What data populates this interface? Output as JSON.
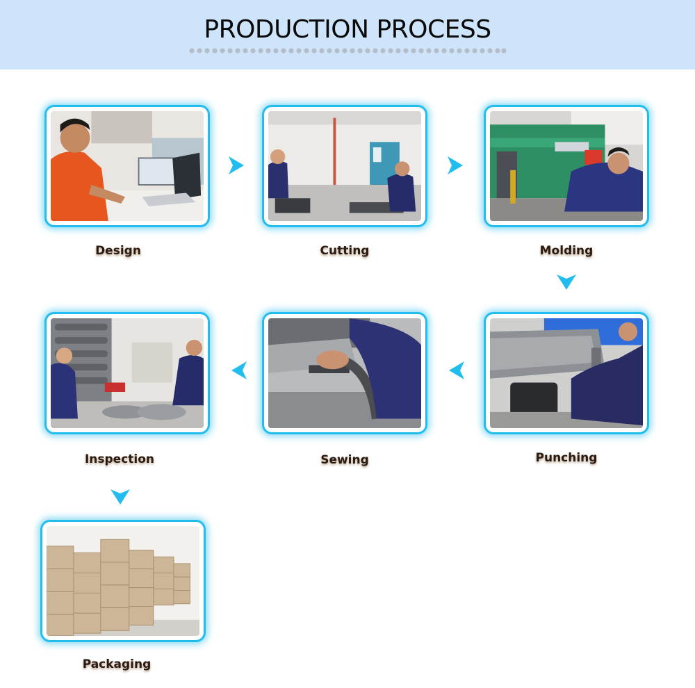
{
  "header": {
    "title": "PRODUCTION PROCESS",
    "band_color": "#cde4fb",
    "dot_color": "#b5bec8"
  },
  "accent_color": "#23bcef",
  "steps": [
    {
      "label": "Design"
    },
    {
      "label": "Cutting"
    },
    {
      "label": "Molding"
    },
    {
      "label": "Punching"
    },
    {
      "label": "Sewing"
    },
    {
      "label": "Inspection"
    },
    {
      "label": "Packaging"
    }
  ],
  "arrows": [
    {
      "icon": "chevron-right-icon"
    },
    {
      "icon": "chevron-right-icon"
    },
    {
      "icon": "chevron-down-icon"
    },
    {
      "icon": "chevron-left-icon"
    },
    {
      "icon": "chevron-left-icon"
    },
    {
      "icon": "chevron-down-icon"
    }
  ]
}
